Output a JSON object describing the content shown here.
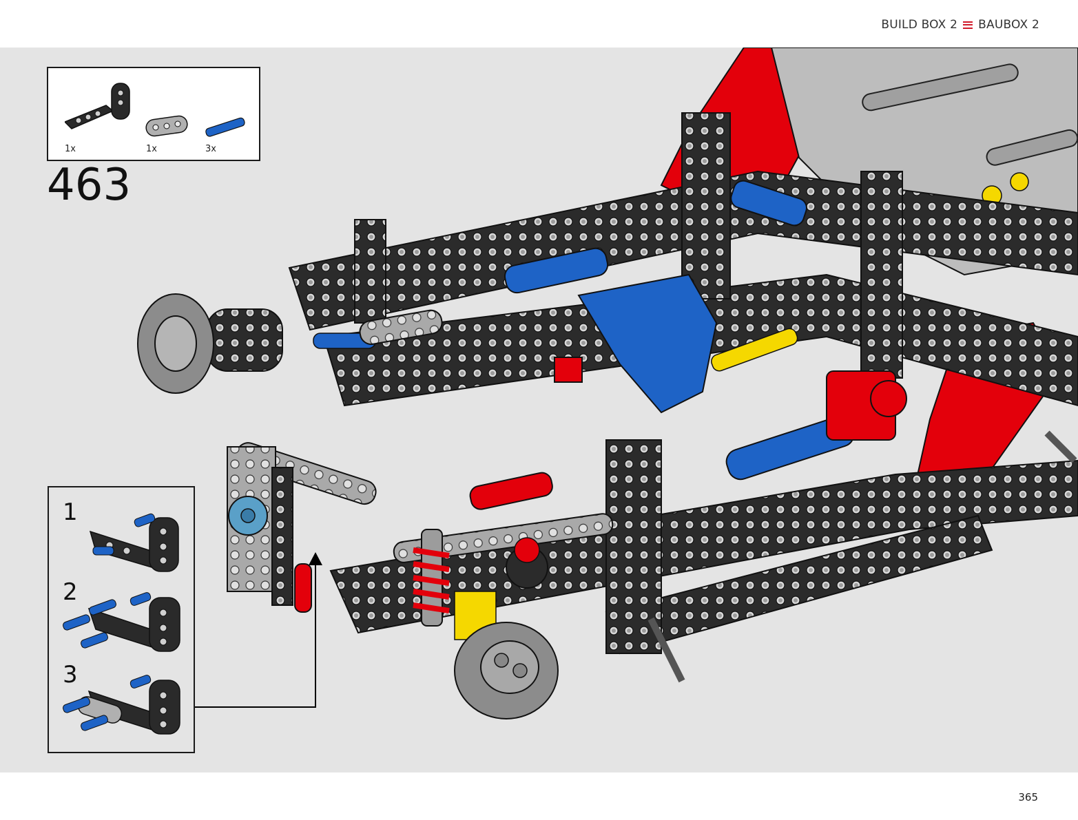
{
  "header": {
    "build_box": "BUILD BOX 2",
    "separator_icon": "menu-icon",
    "baubox": "BAUBOX 2"
  },
  "parts": [
    {
      "name": "black-l-beam",
      "qty": "1x",
      "color": "#2a2a2a"
    },
    {
      "name": "grey-beam-3",
      "qty": "1x",
      "color": "#b0b0b0"
    },
    {
      "name": "blue-axle-pin",
      "qty": "3x",
      "color": "#1e63c6"
    }
  ],
  "step": {
    "number": "463"
  },
  "substeps": [
    {
      "number": "1"
    },
    {
      "number": "2"
    },
    {
      "number": "3"
    }
  ],
  "colors": {
    "accent": "#d11a2a",
    "background": "#e4e4e4",
    "lego_red": "#e3000b",
    "lego_blue": "#1e63c6",
    "lego_black": "#2a2a2a",
    "lego_grey": "#a8a8a8",
    "lego_yellow": "#f5d800"
  },
  "footer": {
    "page_number": "365"
  }
}
